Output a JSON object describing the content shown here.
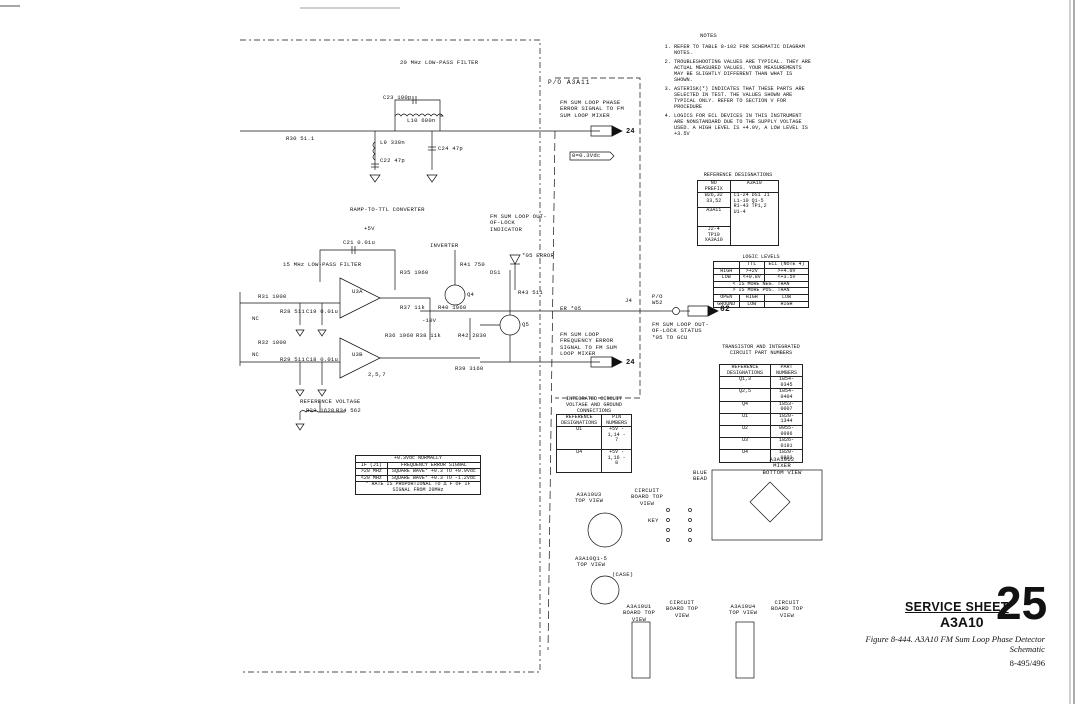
{
  "notes": {
    "title": "NOTES",
    "items": [
      "REFER TO TABLE 8-102 FOR SCHEMATIC DIAGRAM NOTES.",
      "TROUBLESHOOTING VALUES ARE TYPICAL. THEY ARE ACTUAL MEASURED VALUES. YOUR MEASUREMENTS MAY BE SLIGHTLY DIFFERENT THAN WHAT IS SHOWN.",
      "ASTERISK(*) INDICATES THAT THESE PARTS ARE SELECTED IN TEST. THE VALUES SHOWN ARE TYPICAL ONLY. REFER TO SECTION V FOR PROCEDURE",
      "LOGICS FOR ECL DEVICES IN THIS INSTRUMENT ARE NONSTANDARD DUE TO THE SUPPLY VOLTAGE USED. A HIGH LEVEL IS +4.0V, A LOW LEVEL IS +3.5V"
    ]
  },
  "ref_designations": {
    "title": "REFERENCE DESIGNATIONS",
    "headers": [
      "NO PREFIX",
      "A3A10"
    ],
    "rows": [
      [
        "W26,32 33,52",
        "C1-24 DS1 J1 L1-10 Q1-5 R1-43 TP1,2 U1-4"
      ],
      [
        "A3A11",
        ""
      ],
      [
        "J2-4 TP10 XA3A10",
        ""
      ]
    ]
  },
  "logic_levels": {
    "title": "LOGIC LEVELS",
    "headers": [
      "",
      "TTL",
      "ECL (NOTE 4)"
    ],
    "rows": [
      [
        "HIGH",
        ">+2V",
        ">+4.0V"
      ],
      [
        "LOW",
        "<+0.8V",
        "<+3.5V"
      ],
      [
        "< IS MORE NEG. THAN",
        "",
        ""
      ],
      [
        "> IS MORE POS. THAN",
        "",
        ""
      ],
      [
        "OPEN",
        "HIGH",
        "LOW"
      ],
      [
        "GROUND",
        "LOW",
        "HIGH"
      ]
    ]
  },
  "part_numbers": {
    "title": "TRANSISTOR AND INTEGRATED CIRCUIT PART NUMBERS",
    "headers": [
      "REFERENCE DESIGNATIONS",
      "PART NUMBERS"
    ],
    "rows": [
      [
        "Q1,3",
        "1854-0345"
      ],
      [
        "Q2,5",
        "1854-0404"
      ],
      [
        "Q4",
        "1853-0007"
      ],
      [
        "U1",
        "1820-1344"
      ],
      [
        "U2",
        "0955-0096"
      ],
      [
        "U3",
        "1826-0191"
      ],
      [
        "U4",
        "1820-0803"
      ]
    ]
  },
  "ic_power": {
    "title": "INTEGRATED CIRCUIT VOLTAGE AND GROUND CONNECTIONS",
    "headers": [
      "REFERENCE DESIGNATIONS",
      "PIN NUMBERS"
    ],
    "rows": [
      [
        "U1",
        "+5V - 1,14   - 7"
      ],
      [
        "U4",
        "+5V - 1,16   - 8"
      ]
    ]
  },
  "freq_table": {
    "header": "+0.3Vdc NORMALLY",
    "col_headers": [
      "IF (J1)",
      "FREQUENCY ERROR SIGNAL"
    ],
    "rows": [
      [
        ">20 MHz",
        "SQUARE WAVE* +0.3 TO +0.9Vdc"
      ],
      [
        "<20 MHz",
        "SQUARE WAVE* +0.3 TO -1.2Vdc"
      ]
    ],
    "footnote": "* RATE IS PROPORTIONAL TO Δ F OF IF SIGNAL FROM 20MHz"
  },
  "schematic_labels": {
    "lowpass_20": "20 MHz LOW-PASS FILTER",
    "lowpass_15": "15 MHz LOW-PASS FILTER",
    "ramp_ttl": "RAMP-TO-TTL CONVERTER",
    "inverter": "INVERTER",
    "reference_voltage": "REFERENCE VOLTAGE",
    "po_a3a11": "P/O A3A11",
    "fm_sum_loop_error": "FM SUM LOOP PHASE ERROR SIGNAL TO FM SUM LOOP MIXER",
    "ooc_indicator": "FM SUM LOOP OUT-OF-LOCK INDICATOR",
    "freq_error_signal": "FM SUM LOOP FREQUENCY ERROR SIGNAL TO FM SUM LOOP MIXER",
    "ooc_status": "FM SUM LOOP OUT-OF-LOCK STATUS *05 TO GCU",
    "dc_level": "0=0.3Vdc",
    "er05": "ER *05",
    "j4": "J4",
    "po_w52": "P/O W52",
    "a4_62": "62",
    "ds1_error": "*05 ERROR",
    "ref_24_a": "24",
    "ref_24_b": "24",
    "plus5v": "+5V",
    "r30": "R30 51.1",
    "c23": "C23 100p",
    "l10": "L10 680n",
    "l9": "L9 330n",
    "c22": "C22 47p",
    "c24": "C24 47p",
    "c21": "C21 0.01u",
    "r31": "R31 1000",
    "r28": "R28 511",
    "c19": "C19 0.01u",
    "r32": "R32 1000",
    "r29": "R29 511",
    "c18": "C18 0.01u",
    "r35": "R35 1960",
    "r41": "R41 750",
    "r37": "R37 11k",
    "r40": "R40 1960",
    "r43": "R43 511",
    "r36": "R36 1960",
    "r38": "R38 11k",
    "r42": "R42 2830",
    "r39": "R39 3160",
    "r33": "R33 1620",
    "r34": "R34 562",
    "u3a": "U3A",
    "u3b": "U3B",
    "q4": "Q4",
    "q5": "Q5",
    "ds1": "DS1",
    "nc": "NC",
    "pins_257": "2,5,7",
    "minus10v": "-10V"
  },
  "views": {
    "u3": "A3A10U3 TOP VIEW",
    "cb1": "CIRCUIT BOARD TOP VIEW",
    "q": "A3A10Q1-5 TOP VIEW",
    "case": "(CASE)",
    "u2": "A3A10U2 MIXER BOTTOM VIEW",
    "blue_bead": "BLUE BEAD",
    "u1": "A3A10U1 BOARD TOP VIEW",
    "u4": "A3A10U4 TOP VIEW",
    "cb_a": "CIRCUIT BOARD TOP VIEW",
    "cb_b": "CIRCUIT BOARD TOP VIEW",
    "key": "KEY"
  },
  "service_sheet": {
    "label": "SERVICE SHEET",
    "number": "25",
    "assembly": "A3A10",
    "caption": "Figure 8-444. A3A10 FM Sum Loop Phase Detector Schematic",
    "page": "8-495/496"
  }
}
